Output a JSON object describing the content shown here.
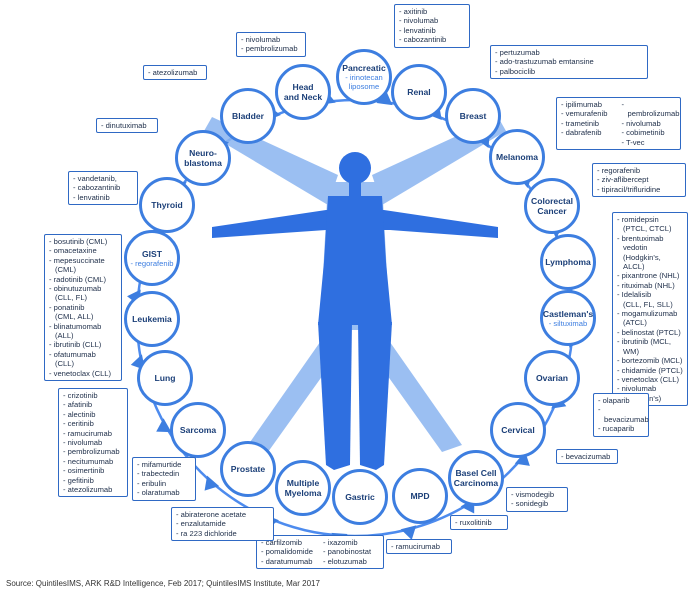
{
  "colors": {
    "ring": "#4d8bee",
    "arrow": "#3d7ee0",
    "node_border": "#3d7ee0",
    "label": "#1b3f78",
    "body_dark": "#2f6fe0",
    "body_light": "#8ab4f0"
  },
  "nodes": [
    {
      "id": "pancreatic",
      "label": "Pancreatic",
      "sub": "- irinotecan\nliposome"
    },
    {
      "id": "renal",
      "label": "Renal",
      "sub": ""
    },
    {
      "id": "breast",
      "label": "Breast",
      "sub": ""
    },
    {
      "id": "melanoma",
      "label": "Melanoma",
      "sub": ""
    },
    {
      "id": "colorectal",
      "label": "Colorectal\nCancer",
      "sub": ""
    },
    {
      "id": "lymphoma",
      "label": "Lymphoma",
      "sub": ""
    },
    {
      "id": "castleman",
      "label": "Castleman's",
      "sub": "- siltuximab"
    },
    {
      "id": "ovarian",
      "label": "Ovarian",
      "sub": ""
    },
    {
      "id": "cervical",
      "label": "Cervical",
      "sub": ""
    },
    {
      "id": "basal",
      "label": "Basel Cell\nCarcinoma",
      "sub": ""
    },
    {
      "id": "mpd",
      "label": "MPD",
      "sub": ""
    },
    {
      "id": "gastric",
      "label": "Gastric",
      "sub": ""
    },
    {
      "id": "myeloma",
      "label": "Multiple\nMyeloma",
      "sub": ""
    },
    {
      "id": "prostate",
      "label": "Prostate",
      "sub": ""
    },
    {
      "id": "sarcoma",
      "label": "Sarcoma",
      "sub": ""
    },
    {
      "id": "lung",
      "label": "Lung",
      "sub": ""
    },
    {
      "id": "leukemia",
      "label": "Leukemia",
      "sub": ""
    },
    {
      "id": "gist",
      "label": "GIST",
      "sub": "- regorafenib"
    },
    {
      "id": "thyroid",
      "label": "Thyroid",
      "sub": ""
    },
    {
      "id": "neuro",
      "label": "Neuro-\nblastoma",
      "sub": ""
    },
    {
      "id": "bladder",
      "label": "Bladder",
      "sub": ""
    },
    {
      "id": "headneck",
      "label": "Head\nand Neck",
      "sub": ""
    }
  ],
  "drugs": {
    "headneck": [
      "nivolumab",
      "pembrolizumab"
    ],
    "renal": [
      "axitinib",
      "nivolumab",
      "lenvatinib",
      "cabozantinib"
    ],
    "breast": [
      "pertuzumab",
      "ado-trastuzumab emtansine",
      "palbociclib"
    ],
    "melanoma": [
      "ipilimumab",
      "vemurafenib",
      "trametinib",
      "dabrafenib",
      "pembrolizumab",
      "nivolumab",
      "cobimetinib",
      "T-vec"
    ],
    "colorectal": [
      "regorafenib",
      "ziv-aflibercept",
      "tipiracil/trifluridine"
    ],
    "lymphoma": [
      "romidepsin\n(PTCL, CTCL)",
      "brentuximab\nvedotin\n(Hodgkin's, ALCL)",
      "pixantrone (NHL)",
      "rituximab (NHL)",
      "Idelalisib\n(CLL, FL, SLL)",
      "mogamulizumab\n(ATCL)",
      "belinostat (PTCL)",
      "ibrutinib (MCL, WM)",
      "bortezomib (MCL)",
      "chidamide (PTCL)",
      "venetoclax (CLL)",
      "nivolumab\n(Hodgkin's)"
    ],
    "ovarian": [
      "olaparib",
      "bevacizumab",
      "rucaparib"
    ],
    "cervical": [
      "bevacizumab"
    ],
    "basal": [
      "vismodegib",
      "sonidegib"
    ],
    "mpd": [
      "ruxolitinib"
    ],
    "gastric": [
      "ramucirumab"
    ],
    "myeloma": [
      "carfilzomib",
      "pomalidomide",
      "daratumumab",
      "ixazomib",
      "panobinostat",
      "elotuzumab"
    ],
    "prostate": [
      "abiraterone acetate",
      "enzalutamide",
      "ra 223 dichloride"
    ],
    "sarcoma": [
      "mifamurtide",
      "trabectedin",
      "eribulin",
      "olaratumab"
    ],
    "lung": [
      "crizotinib",
      "afatinib",
      "alectinib",
      "ceritinib",
      "ramucirumab",
      "nivolumab",
      "pembrolizumab",
      "necitumumab",
      "osimertinib",
      "gefitinib",
      "atezolizumab"
    ],
    "leukemia": [
      "bosutinib (CML)",
      "omacetaxine",
      "mepesuccinate\n(CML)",
      "radotinib (CML)",
      "obinutuzumab\n(CLL, FL)",
      "ponatinib\n(CML, ALL)",
      "blinatumomab\n(ALL)",
      "ibrutinib (CLL)",
      "ofatumumab\n(CLL)",
      "venetoclax (CLL)"
    ],
    "thyroid": [
      "vandetanib,",
      "cabozantinib",
      "lenvatinib"
    ],
    "neuro": [
      "dinutuximab"
    ],
    "bladder": [
      "atezolizumab"
    ]
  },
  "source": "Source: QuintilesIMS, ARK R&D Intelligence, Feb 2017; QuintilesIMS Institute, Mar 2017"
}
